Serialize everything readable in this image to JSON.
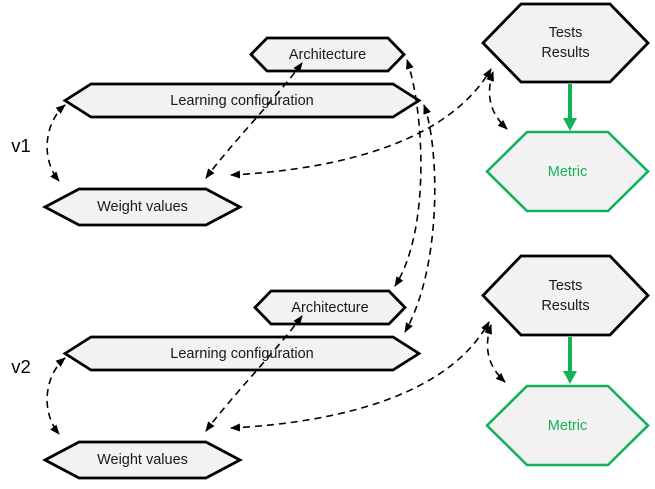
{
  "figure": {
    "colors": {
      "metric_green": "#14b257",
      "node_fill": "#f2f2f2",
      "node_stroke": "#000000",
      "edge_color": "#000000"
    },
    "versions": [
      {
        "label": "v1",
        "nodes": {
          "architecture": "Architecture",
          "learning_configuration": "Learning configuration",
          "weight_values": "Weight values",
          "tests_results": [
            "Tests",
            "Results"
          ],
          "metric": "Metric"
        }
      },
      {
        "label": "v2",
        "nodes": {
          "architecture": "Architecture",
          "learning_configuration": "Learning configuration",
          "weight_values": "Weight values",
          "tests_results": [
            "Tests",
            "Results"
          ],
          "metric": "Metric"
        }
      }
    ]
  }
}
